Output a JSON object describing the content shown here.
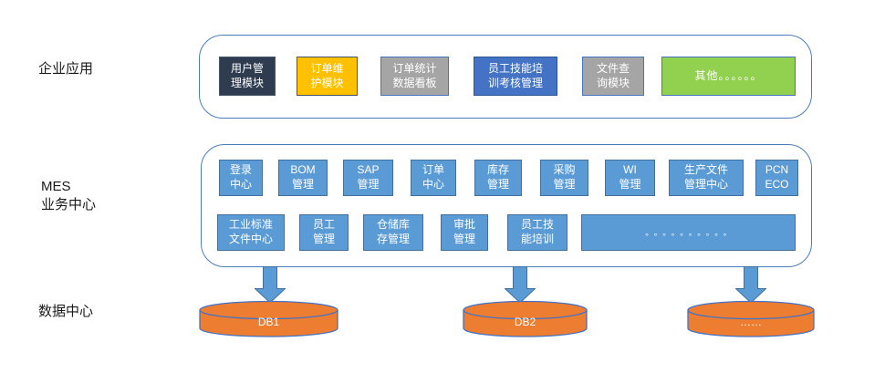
{
  "section_labels": {
    "enterprise": "企业应用",
    "mes": "MES\n业务中心",
    "data_center": "数据中心"
  },
  "colors": {
    "container_border": "#4a7ebb",
    "dark_navy": "#2f3b4e",
    "gold": "#ffc000",
    "gray": "#a5a5a5",
    "accent_blue": "#4472c4",
    "green": "#92d050",
    "mes_blue": "#5b9bd5",
    "mes_border": "#41719c",
    "db_orange": "#ed7d31",
    "arrow_blue": "#5b9bd5"
  },
  "enterprise_apps": {
    "items": [
      {
        "text": "用户管\n理模块",
        "color": "dark"
      },
      {
        "text": "订单维\n护模块",
        "color": "gold"
      },
      {
        "text": "订单统计\n数据看板",
        "color": "gray"
      },
      {
        "text": "员工技能培\n训考核管理",
        "color": "blue"
      },
      {
        "text": "文件查\n询模块",
        "color": "gray"
      },
      {
        "text": "其他。。。。。。",
        "color": "green"
      }
    ]
  },
  "mes_center": {
    "row1": [
      {
        "text": "登录\n中心"
      },
      {
        "text": "BOM\n管理"
      },
      {
        "text": "SAP\n管理"
      },
      {
        "text": "订单\n中心"
      },
      {
        "text": "库存\n管理"
      },
      {
        "text": "采购\n管理"
      },
      {
        "text": "WI\n管理"
      },
      {
        "text": "生产文件\n管理中心"
      },
      {
        "text": "PCN\nECO"
      }
    ],
    "row2": [
      {
        "text": "工业标准\n文件中心"
      },
      {
        "text": "员工\n管理"
      },
      {
        "text": "仓储库\n存管理"
      },
      {
        "text": "审批\n管理"
      },
      {
        "text": "员工技\n能培训"
      },
      {
        "text": "。。。。。。。。。。",
        "dots": true
      }
    ]
  },
  "databases": [
    {
      "label": "DB1"
    },
    {
      "label": "DB2"
    },
    {
      "label": "……"
    }
  ]
}
